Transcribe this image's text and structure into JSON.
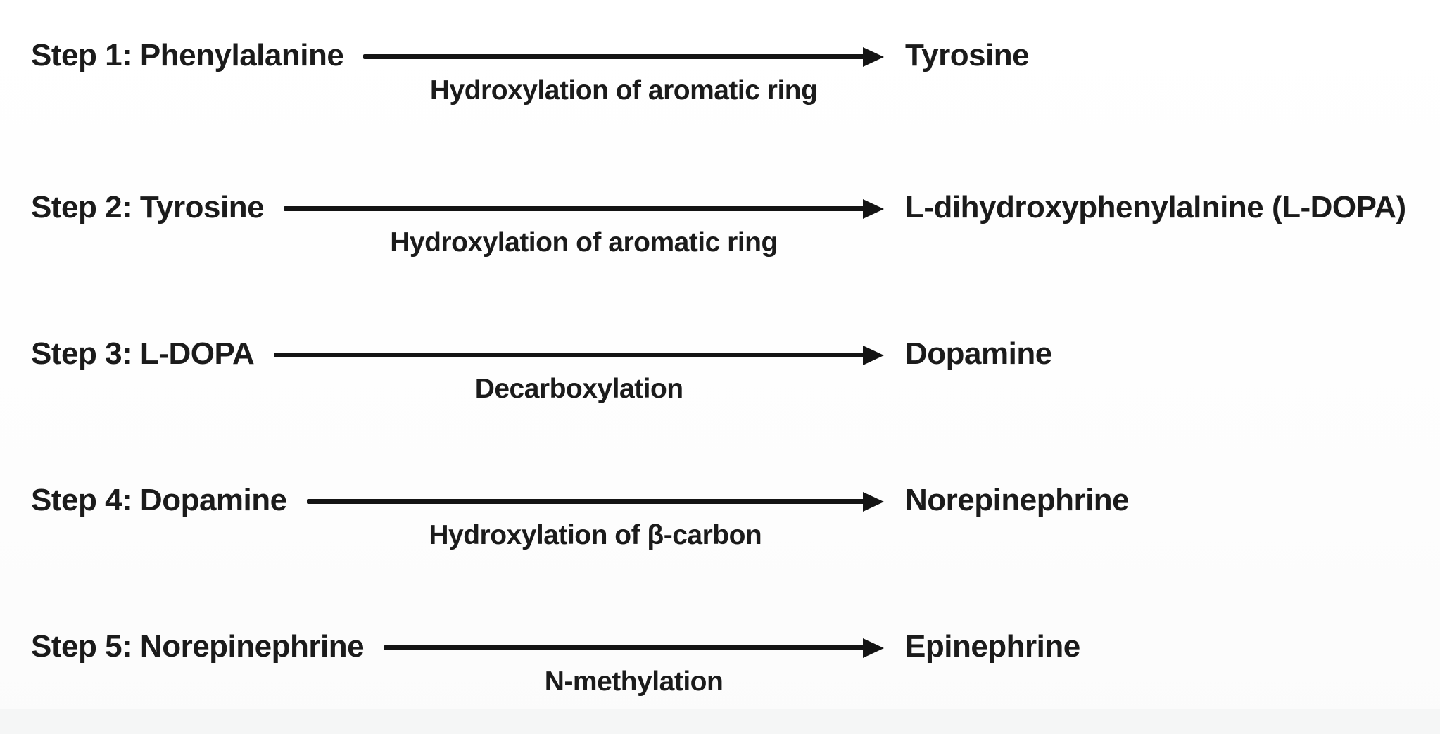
{
  "diagram": {
    "subject": "catecholamine-synthesis-pathway",
    "steps": [
      {
        "step": "Step 1: Phenylalanine",
        "reaction": "Hydroxylation of aromatic ring",
        "product": "Tyrosine"
      },
      {
        "step": "Step 2: Tyrosine",
        "reaction": "Hydroxylation of aromatic ring",
        "product": "L-dihydroxyphenylalnine (L-DOPA)"
      },
      {
        "step": "Step 3: L-DOPA",
        "reaction": "Decarboxylation",
        "product": "Dopamine"
      },
      {
        "step": "Step 4: Dopamine",
        "reaction": "Hydroxylation of β-carbon",
        "product": "Norepinephrine"
      },
      {
        "step": "Step 5: Norepinephrine",
        "reaction": "N-methylation",
        "product": "Epinephrine"
      }
    ],
    "colors": {
      "text": "#1b1b1b",
      "arrow": "#141414",
      "background": "#fdfdfd",
      "footer_band": "#f5f6f6"
    }
  }
}
